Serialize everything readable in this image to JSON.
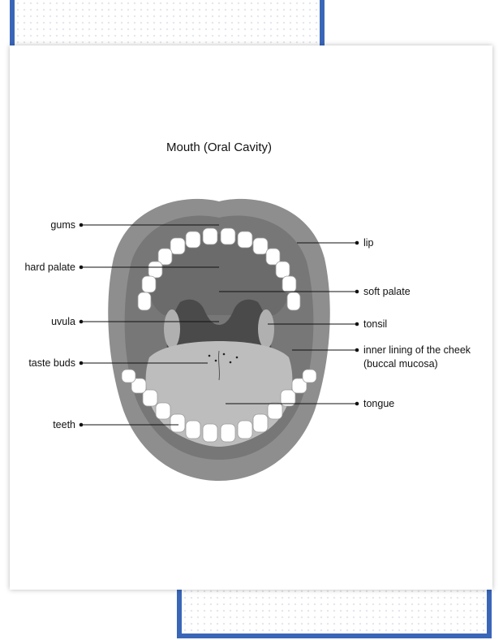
{
  "title": "Mouth (Oral Cavity)",
  "labels": {
    "gums": "gums",
    "hard_palate": "hard palate",
    "uvula": "uvula",
    "taste_buds": "taste buds",
    "teeth": "teeth",
    "lip": "lip",
    "soft_palate": "soft palate",
    "tonsil": "tonsil",
    "inner_lining_line1": "inner lining of the cheek",
    "inner_lining_line2": "(buccal mucosa)",
    "tongue": "tongue"
  },
  "colors": {
    "frame_blue": "#3a66b8",
    "lip": "#8e8e8e",
    "cheek": "#757575",
    "palate": "#6e6e6e",
    "throat": "#4a4a4a",
    "tongue": "#bdbdbd",
    "teeth": "#ffffff"
  }
}
